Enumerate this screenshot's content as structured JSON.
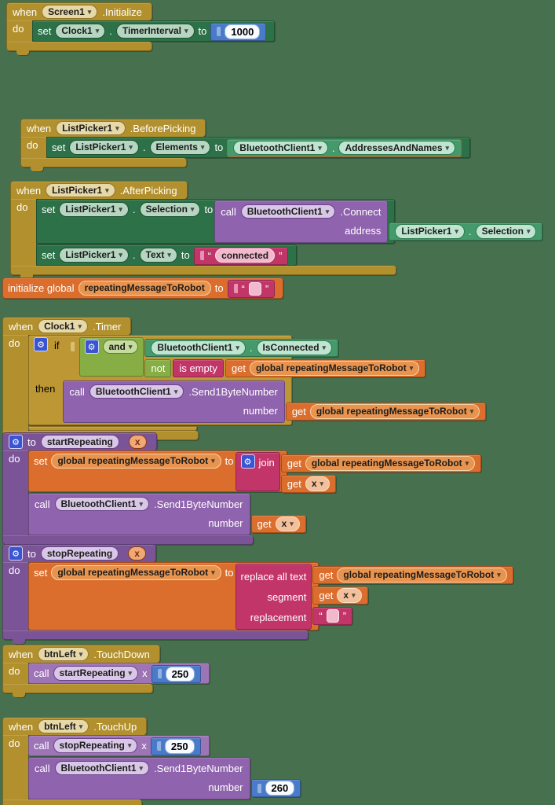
{
  "icons": {
    "gear": "⚙",
    "dropdown": "▾",
    "quote_open": "“",
    "quote_close": "”"
  },
  "kw": {
    "when": "when",
    "do": "do",
    "set": "set",
    "to": "to",
    "call": "call",
    "get": "get",
    "if": "if",
    "then": "then",
    "and": "and",
    "not": "not",
    "is_empty": "is empty",
    "join": "join",
    "number": "number",
    "address": "address",
    "segment": "segment",
    "replacement": "replacement",
    "replace_all_text": "replace all text",
    "initialize_global": "initialize global",
    "dot": ".",
    "x": "x"
  },
  "colors": {
    "canvas": "#47714E",
    "event_gold": "#B2902E",
    "control_gold": "#BD9733",
    "setter_green": "#2C7147",
    "getter_green": "#459A6B",
    "method_purple": "#8F63AD",
    "procedure_purple": "#7B5498",
    "procedure_call_purple": "#9D74B5",
    "variable_orange": "#DC6E2D",
    "text_magenta": "#C23568",
    "logic_lime": "#87AE44",
    "math_blue": "#4A7AC9",
    "gear_blue": "#3A55D2"
  },
  "blocks": {
    "screen_init": {
      "component": "Screen1",
      "event": ".Initialize",
      "set": {
        "component": "Clock1",
        "property": "TimerInterval"
      },
      "value": "1000"
    },
    "before_picking": {
      "component": "ListPicker1",
      "event": ".BeforePicking",
      "set": {
        "component": "ListPicker1",
        "property": "Elements"
      },
      "getter": {
        "component": "BluetoothClient1",
        "property": "AddressesAndNames"
      }
    },
    "after_picking": {
      "component": "ListPicker1",
      "event": ".AfterPicking",
      "set_selection": {
        "component": "ListPicker1",
        "property": "Selection"
      },
      "connect_call": {
        "component": "BluetoothClient1",
        "method": ".Connect"
      },
      "address_getter": {
        "component": "ListPicker1",
        "property": "Selection"
      },
      "set_text": {
        "component": "ListPicker1",
        "property": "Text"
      },
      "text_value": "connected"
    },
    "init_global": {
      "name": "repeatingMessageToRobot"
    },
    "clock_timer": {
      "component": "Clock1",
      "event": ".Timer",
      "connected_getter": {
        "component": "BluetoothClient1",
        "property": "IsConnected"
      },
      "empty_check_var": "global repeatingMessageToRobot",
      "send_call": {
        "component": "BluetoothClient1",
        "method": ".Send1ByteNumber"
      },
      "send_var": "global repeatingMessageToRobot"
    },
    "start_repeating": {
      "name": "startRepeating",
      "param": "x",
      "set_var": "global repeatingMessageToRobot",
      "join_a": "global repeatingMessageToRobot",
      "join_b": "x",
      "send_call": {
        "component": "BluetoothClient1",
        "method": ".Send1ByteNumber"
      },
      "send_var": "x"
    },
    "stop_repeating": {
      "name": "stopRepeating",
      "param": "x",
      "set_var": "global repeatingMessageToRobot",
      "text_var": "global repeatingMessageToRobot",
      "segment_var": "x"
    },
    "touch_down": {
      "component": "btnLeft",
      "event": ".TouchDown",
      "proc": "startRepeating",
      "value": "250"
    },
    "touch_up": {
      "component": "btnLeft",
      "event": ".TouchUp",
      "proc": "stopRepeating",
      "value": "250",
      "send_call": {
        "component": "BluetoothClient1",
        "method": ".Send1ByteNumber"
      },
      "send_value": "260"
    }
  }
}
